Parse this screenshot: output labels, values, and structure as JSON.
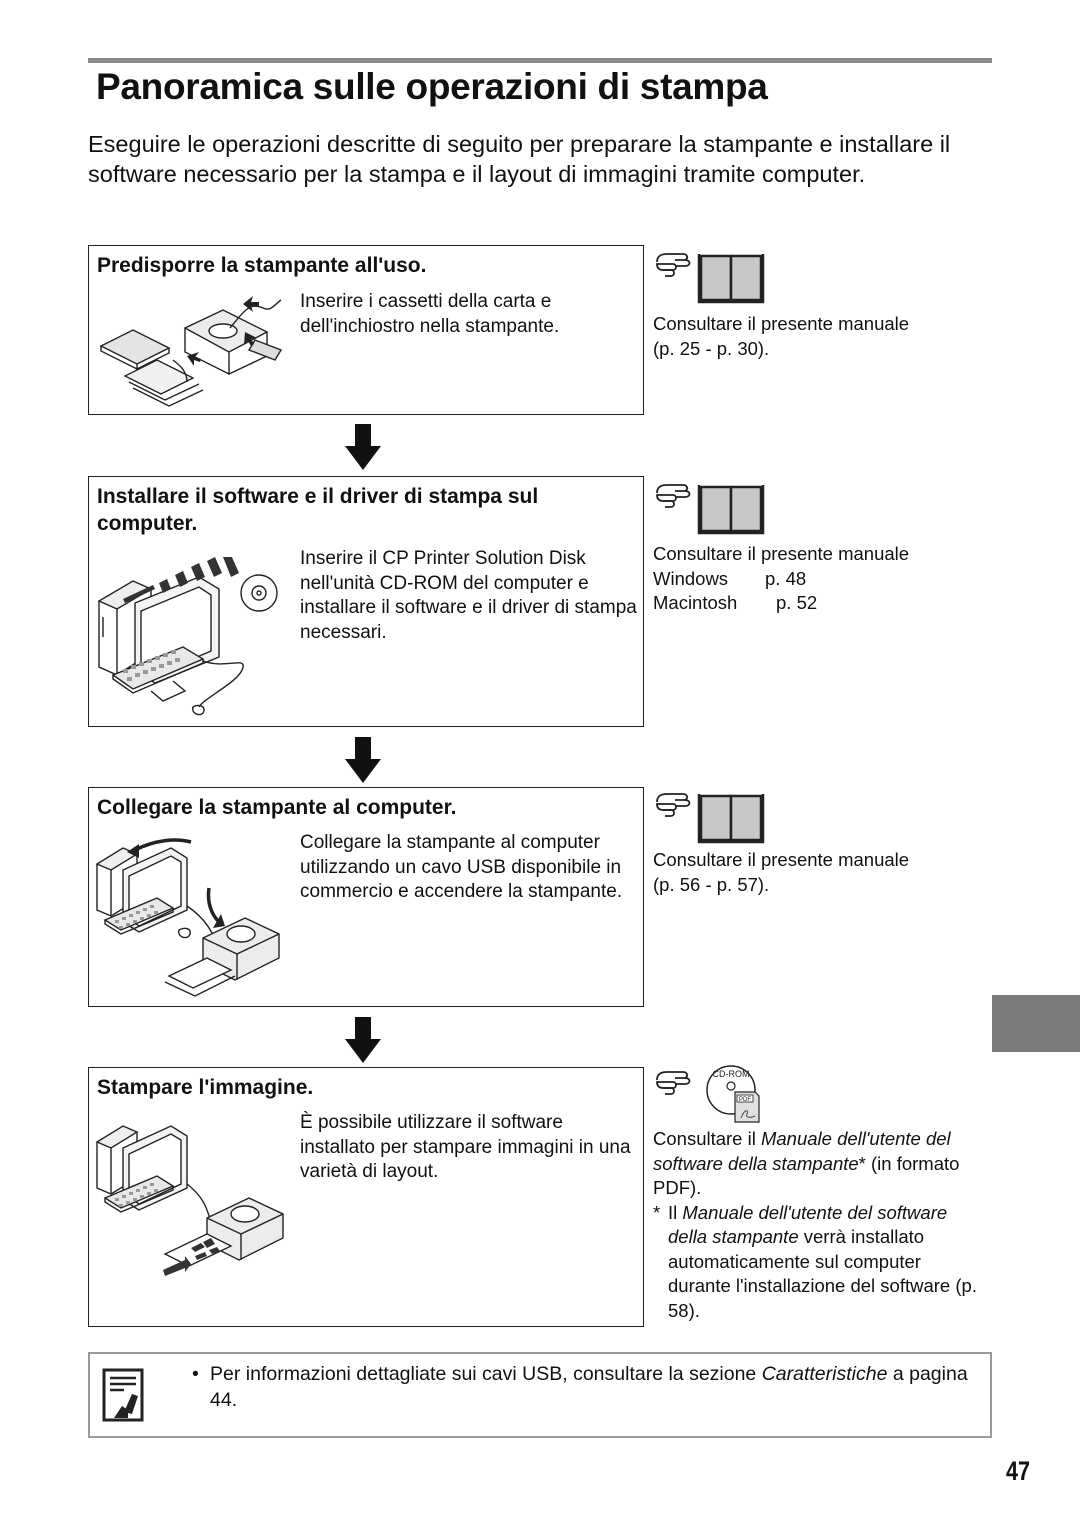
{
  "title": "Panoramica sulle operazioni di stampa",
  "intro": "Eseguire le operazioni descritte di seguito per preparare la stampante e installare il software necessario per la stampa e il layout di immagini tramite computer.",
  "steps": [
    {
      "title": "Predisporre la stampante all'uso.",
      "desc": "Inserire i cassetti della carta e dell'inchiostro nella stampante.",
      "ref": {
        "line1": "Consultare il presente manuale",
        "line2": "(p. 25 - p. 30)."
      }
    },
    {
      "title": "Installare il software e il driver di stampa sul computer.",
      "desc": "Inserire il CP Printer Solution Disk nell'unità CD-ROM del computer e installare il software e il driver di stampa necessari.",
      "ref": {
        "line1": "Consultare il presente manuale",
        "row1_label": "Windows",
        "row1_page": "p. 48",
        "row2_label": "Macintosh",
        "row2_page": "p. 52"
      }
    },
    {
      "title": "Collegare la stampante al computer.",
      "desc": "Collegare la stampante al computer utilizzando un cavo USB disponibile in commercio e accendere la stampante.",
      "ref": {
        "line1": "Consultare il presente manuale",
        "line2": "(p. 56 - p. 57)."
      }
    },
    {
      "title": "Stampare l'immagine.",
      "desc": "È possibile utilizzare il software installato per stampare immagini in una varietà di layout.",
      "ref": {
        "lead": "Consultare il ",
        "manual_title": "Manuale dell'utente del software della stampante",
        "tail": "* (in formato PDF).",
        "star": "*",
        "footnote_lead": "Il ",
        "footnote_title": "Manuale dell'utente del software della stampante",
        "footnote_tail": " verrà installato automaticamente sul computer durante l'installazione del software (p. 58).",
        "cd_label": "CD-ROM",
        "pdf_label": "PDF"
      }
    }
  ],
  "note": {
    "bullet": "•",
    "lead": "Per informazioni dettagliate sui cavi USB, consultare la sezione ",
    "link": "Caratteristiche",
    "tail": " a pagina 44."
  },
  "page_number": "47",
  "icons": {
    "pointing_hand": "pointing-hand-icon",
    "book": "book-icon",
    "cd_pdf": "cd-rom-pdf-icon",
    "note": "note-pencil-icon"
  },
  "colors": {
    "rule": "#8a8a8a",
    "side_tab": "#7a7a7a",
    "book_fill": "#c8c8c8"
  }
}
